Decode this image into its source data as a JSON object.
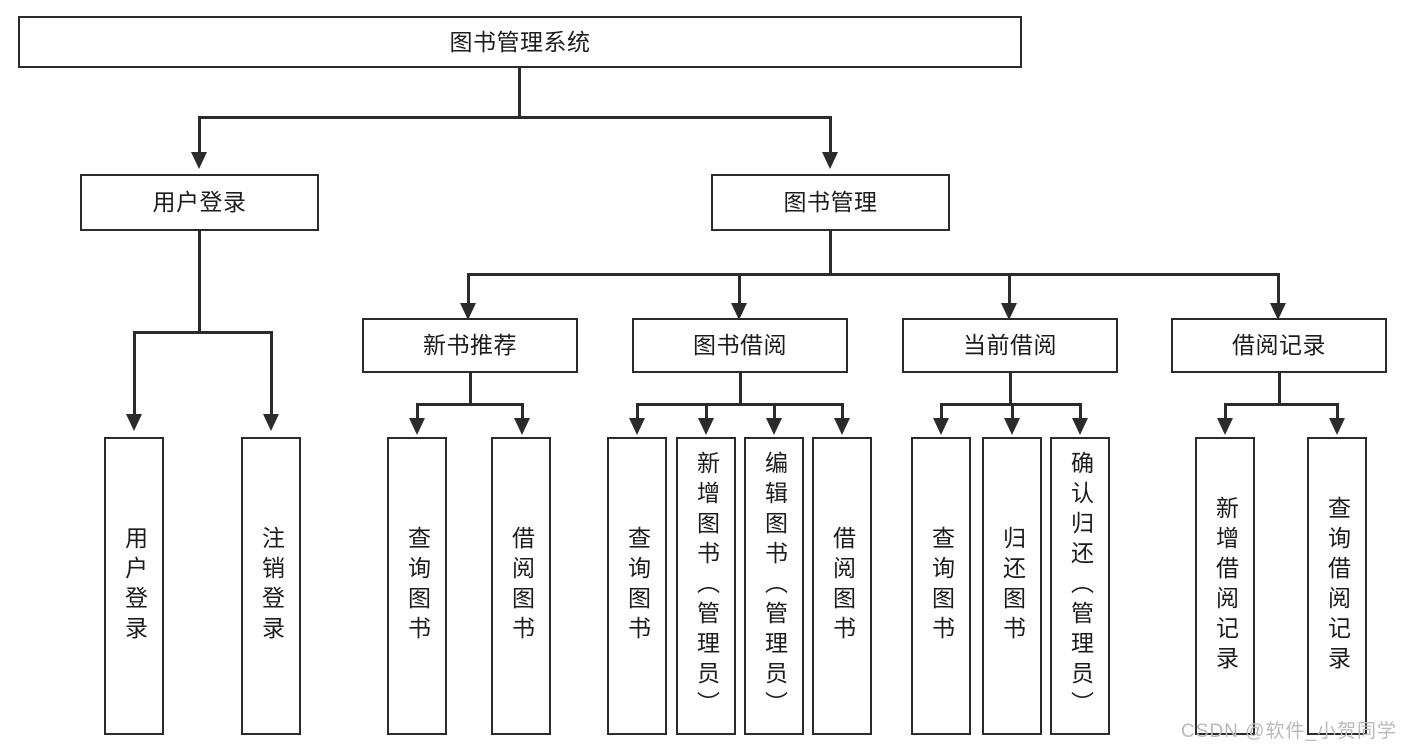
{
  "diagram": {
    "title": "图书管理系统",
    "watermark": "CSDN @软件_小贺同学",
    "line_color": "#2b2b2b",
    "box_fill": "#ffffff",
    "text_color": "#1c1c1c",
    "watermark_color": "#b9b9b9"
  },
  "root": {
    "label": "图书管理系统"
  },
  "level1": [
    {
      "label": "用户登录"
    },
    {
      "label": "图书管理"
    }
  ],
  "level2": [
    {
      "label": "新书推荐"
    },
    {
      "label": "图书借阅"
    },
    {
      "label": "当前借阅"
    },
    {
      "label": "借阅记录"
    }
  ],
  "leaves": {
    "user_login": [
      {
        "label": "用户登录"
      },
      {
        "label": "注销登录"
      }
    ],
    "new_book_recommend": [
      {
        "label": "查询图书"
      },
      {
        "label": "借阅图书"
      }
    ],
    "book_borrow": [
      {
        "label": "查询图书"
      },
      {
        "label": "新增图书（管理员）"
      },
      {
        "label": "编辑图书（管理员）"
      },
      {
        "label": "借阅图书"
      }
    ],
    "current_borrow": [
      {
        "label": "查询图书"
      },
      {
        "label": "归还图书"
      },
      {
        "label": "确认归还（管理员）"
      }
    ],
    "borrow_record": [
      {
        "label": "新增借阅记录"
      },
      {
        "label": "查询借阅记录"
      }
    ]
  }
}
